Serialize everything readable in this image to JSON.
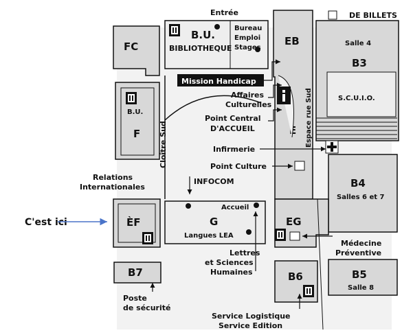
{
  "top": {
    "entree": "Entrée",
    "billets": "DE BILLETS"
  },
  "buildings": {
    "fc": "FC",
    "bu_code": "B.U.",
    "bu_name": "BIBLIOTHEQUE",
    "bureau": [
      "Bureau",
      "Emploi",
      "Stages"
    ],
    "eb": "EB",
    "salle4": "Salle 4",
    "b3": "B3",
    "scuio": "S.C.U.I.O.",
    "bu_small": "B.U.",
    "f": "F",
    "e": "E",
    "b4": "B4",
    "b4_rooms": "Salles 6 et 7",
    "ef": "ÈF",
    "g": "G",
    "eg": "EG",
    "b7": "B7",
    "b6": "B6",
    "b5": "B5",
    "b5_room": "Salle 8",
    "accueil": "Accueil",
    "langues": "Langues LEA"
  },
  "labels": {
    "mission": "Mission Handicap",
    "affaires": [
      "Affaires",
      "Culturelles"
    ],
    "point_central": [
      "Point Central",
      "D'ACCUEIL"
    ],
    "cloitre": "Cloître Sud",
    "espace": "Espace rue Sud",
    "infirmerie": "Infirmerie",
    "point_culture": "Point Culture",
    "relations": [
      "Relations",
      "Internationales"
    ],
    "infocom": "INFOCOM",
    "lettres": [
      "Lettres",
      "et Sciences",
      "Humaines"
    ],
    "medecine": [
      "Médecine",
      "Préventive"
    ],
    "poste": [
      "Poste",
      "de sécurité"
    ],
    "logistique": [
      "Service Logistique",
      "Service Edition"
    ],
    "cest_ici": "C'est ici"
  },
  "icons": [
    "elevator-icon",
    "info-icon",
    "first-aid-cross-icon",
    "arrow-icon"
  ],
  "colors": {
    "building": "#d8d8d8",
    "outline": "#111111",
    "arrow_blue": "#4a74c9",
    "mission_bg": "#111111"
  }
}
